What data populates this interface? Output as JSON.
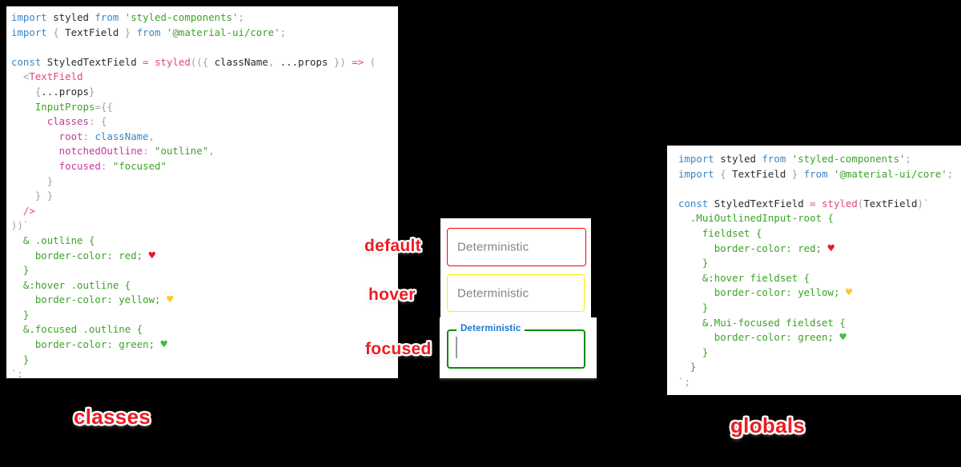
{
  "labels": {
    "default": "default",
    "hover": "hover",
    "focused": "focused",
    "classes": "classes",
    "globals": "globals"
  },
  "fields": {
    "default": {
      "placeholder": "Deterministic",
      "border_color": "red"
    },
    "hover": {
      "placeholder": "Deterministic",
      "border_color": "#ffef00"
    },
    "focused": {
      "label": "Deterministic",
      "border_color": "#0b8a0b",
      "label_color": "#1976d2",
      "value": ""
    }
  },
  "colors": {
    "background": "#000000",
    "panel": "#ffffff",
    "keyword_blue": "#3a87c6",
    "string_green": "#3da229",
    "function_pink": "#e0457b",
    "key_magenta": "#c0399f",
    "punct_gray": "#9ea3a8",
    "annotation_red": "#ec1c24",
    "focused_label_blue": "#1976d2",
    "placeholder_gray": "#848484"
  },
  "left_code": {
    "lines": [
      [
        {
          "c": "kw",
          "t": "import"
        },
        {
          "c": "tx",
          "t": " styled "
        },
        {
          "c": "kw",
          "t": "from"
        },
        {
          "c": "str",
          "t": " 'styled-components'"
        },
        {
          "c": "gry",
          "t": ";"
        }
      ],
      [
        {
          "c": "kw",
          "t": "import"
        },
        {
          "c": "gry",
          "t": " { "
        },
        {
          "c": "tx",
          "t": "TextField"
        },
        {
          "c": "gry",
          "t": " } "
        },
        {
          "c": "kw",
          "t": "from"
        },
        {
          "c": "str",
          "t": " '@material-ui/core'"
        },
        {
          "c": "gry",
          "t": ";"
        }
      ],
      [],
      [
        {
          "c": "kw",
          "t": "const"
        },
        {
          "c": "tx",
          "t": " StyledTextField "
        },
        {
          "c": "pnk",
          "t": "="
        },
        {
          "c": "tx",
          "t": " "
        },
        {
          "c": "pnk",
          "t": "styled"
        },
        {
          "c": "gry",
          "t": "(({ "
        },
        {
          "c": "tx",
          "t": "className"
        },
        {
          "c": "gry",
          "t": ", "
        },
        {
          "c": "tx",
          "t": "...props"
        },
        {
          "c": "gry",
          "t": " })"
        },
        {
          "c": "pnk",
          "t": " =>"
        },
        {
          "c": "gry",
          "t": " ("
        }
      ],
      [
        {
          "c": "gry",
          "t": "  <"
        },
        {
          "c": "pnk",
          "t": "TextField"
        }
      ],
      [
        {
          "c": "gry",
          "t": "    {"
        },
        {
          "c": "tx",
          "t": "...props"
        },
        {
          "c": "gry",
          "t": "}"
        }
      ],
      [
        {
          "c": "grn",
          "t": "    InputProps"
        },
        {
          "c": "gry",
          "t": "={{"
        }
      ],
      [
        {
          "c": "mag",
          "t": "      classes"
        },
        {
          "c": "gry",
          "t": ": {"
        }
      ],
      [
        {
          "c": "mag",
          "t": "        root"
        },
        {
          "c": "gry",
          "t": ": "
        },
        {
          "c": "kw",
          "t": "className"
        },
        {
          "c": "gry",
          "t": ","
        }
      ],
      [
        {
          "c": "mag",
          "t": "        notchedOutline"
        },
        {
          "c": "gry",
          "t": ": "
        },
        {
          "c": "str",
          "t": "\"outline\""
        },
        {
          "c": "gry",
          "t": ","
        }
      ],
      [
        {
          "c": "mag",
          "t": "        focused"
        },
        {
          "c": "gry",
          "t": ": "
        },
        {
          "c": "str",
          "t": "\"focused\""
        }
      ],
      [
        {
          "c": "gry",
          "t": "      }"
        }
      ],
      [
        {
          "c": "gry",
          "t": "    } }"
        }
      ],
      [
        {
          "c": "pnk",
          "t": "  />"
        }
      ],
      [
        {
          "c": "gry",
          "t": "))`"
        }
      ],
      [
        {
          "c": "grn",
          "t": "  & .outline {"
        }
      ],
      [
        {
          "c": "grn",
          "t": "    border-color: red; "
        },
        {
          "c": "hr",
          "t": "♥"
        }
      ],
      [
        {
          "c": "grn",
          "t": "  }"
        }
      ],
      [
        {
          "c": "grn",
          "t": "  &:hover .outline {"
        }
      ],
      [
        {
          "c": "grn",
          "t": "    border-color: yellow; "
        },
        {
          "c": "hy",
          "t": "♥"
        }
      ],
      [
        {
          "c": "grn",
          "t": "  }"
        }
      ],
      [
        {
          "c": "grn",
          "t": "  &.focused .outline {"
        }
      ],
      [
        {
          "c": "grn",
          "t": "    border-color: green; "
        },
        {
          "c": "hg",
          "t": "♥"
        }
      ],
      [
        {
          "c": "grn",
          "t": "  }"
        }
      ],
      [
        {
          "c": "gry",
          "t": "`;"
        }
      ]
    ]
  },
  "right_code": {
    "lines": [
      [
        {
          "c": "kw",
          "t": "import"
        },
        {
          "c": "tx",
          "t": " styled "
        },
        {
          "c": "kw",
          "t": "from"
        },
        {
          "c": "str",
          "t": " 'styled-components'"
        },
        {
          "c": "gry",
          "t": ";"
        }
      ],
      [
        {
          "c": "kw",
          "t": "import"
        },
        {
          "c": "gry",
          "t": " { "
        },
        {
          "c": "tx",
          "t": "TextField"
        },
        {
          "c": "gry",
          "t": " } "
        },
        {
          "c": "kw",
          "t": "from"
        },
        {
          "c": "str",
          "t": " '@material-ui/core'"
        },
        {
          "c": "gry",
          "t": ";"
        }
      ],
      [],
      [
        {
          "c": "kw",
          "t": "const"
        },
        {
          "c": "tx",
          "t": " StyledTextField "
        },
        {
          "c": "pnk",
          "t": "="
        },
        {
          "c": "tx",
          "t": " "
        },
        {
          "c": "pnk",
          "t": "styled"
        },
        {
          "c": "gry",
          "t": "("
        },
        {
          "c": "tx",
          "t": "TextField"
        },
        {
          "c": "gry",
          "t": ")`"
        }
      ],
      [
        {
          "c": "grn",
          "t": "  .MuiOutlinedInput-root {"
        }
      ],
      [
        {
          "c": "grn",
          "t": "    fieldset {"
        }
      ],
      [
        {
          "c": "grn",
          "t": "      border-color: red; "
        },
        {
          "c": "hr",
          "t": "♥"
        }
      ],
      [
        {
          "c": "grn",
          "t": "    }"
        }
      ],
      [
        {
          "c": "grn",
          "t": "    &:hover fieldset {"
        }
      ],
      [
        {
          "c": "grn",
          "t": "      border-color: yellow; "
        },
        {
          "c": "hy",
          "t": "♥"
        }
      ],
      [
        {
          "c": "grn",
          "t": "    }"
        }
      ],
      [
        {
          "c": "grn",
          "t": "    &.Mui-focused fieldset {"
        }
      ],
      [
        {
          "c": "grn",
          "t": "      border-color: green; "
        },
        {
          "c": "hg",
          "t": "♥"
        }
      ],
      [
        {
          "c": "grn",
          "t": "    }"
        }
      ],
      [
        {
          "c": "grn",
          "t": "  }"
        }
      ],
      [
        {
          "c": "gry",
          "t": "`;"
        }
      ]
    ]
  }
}
